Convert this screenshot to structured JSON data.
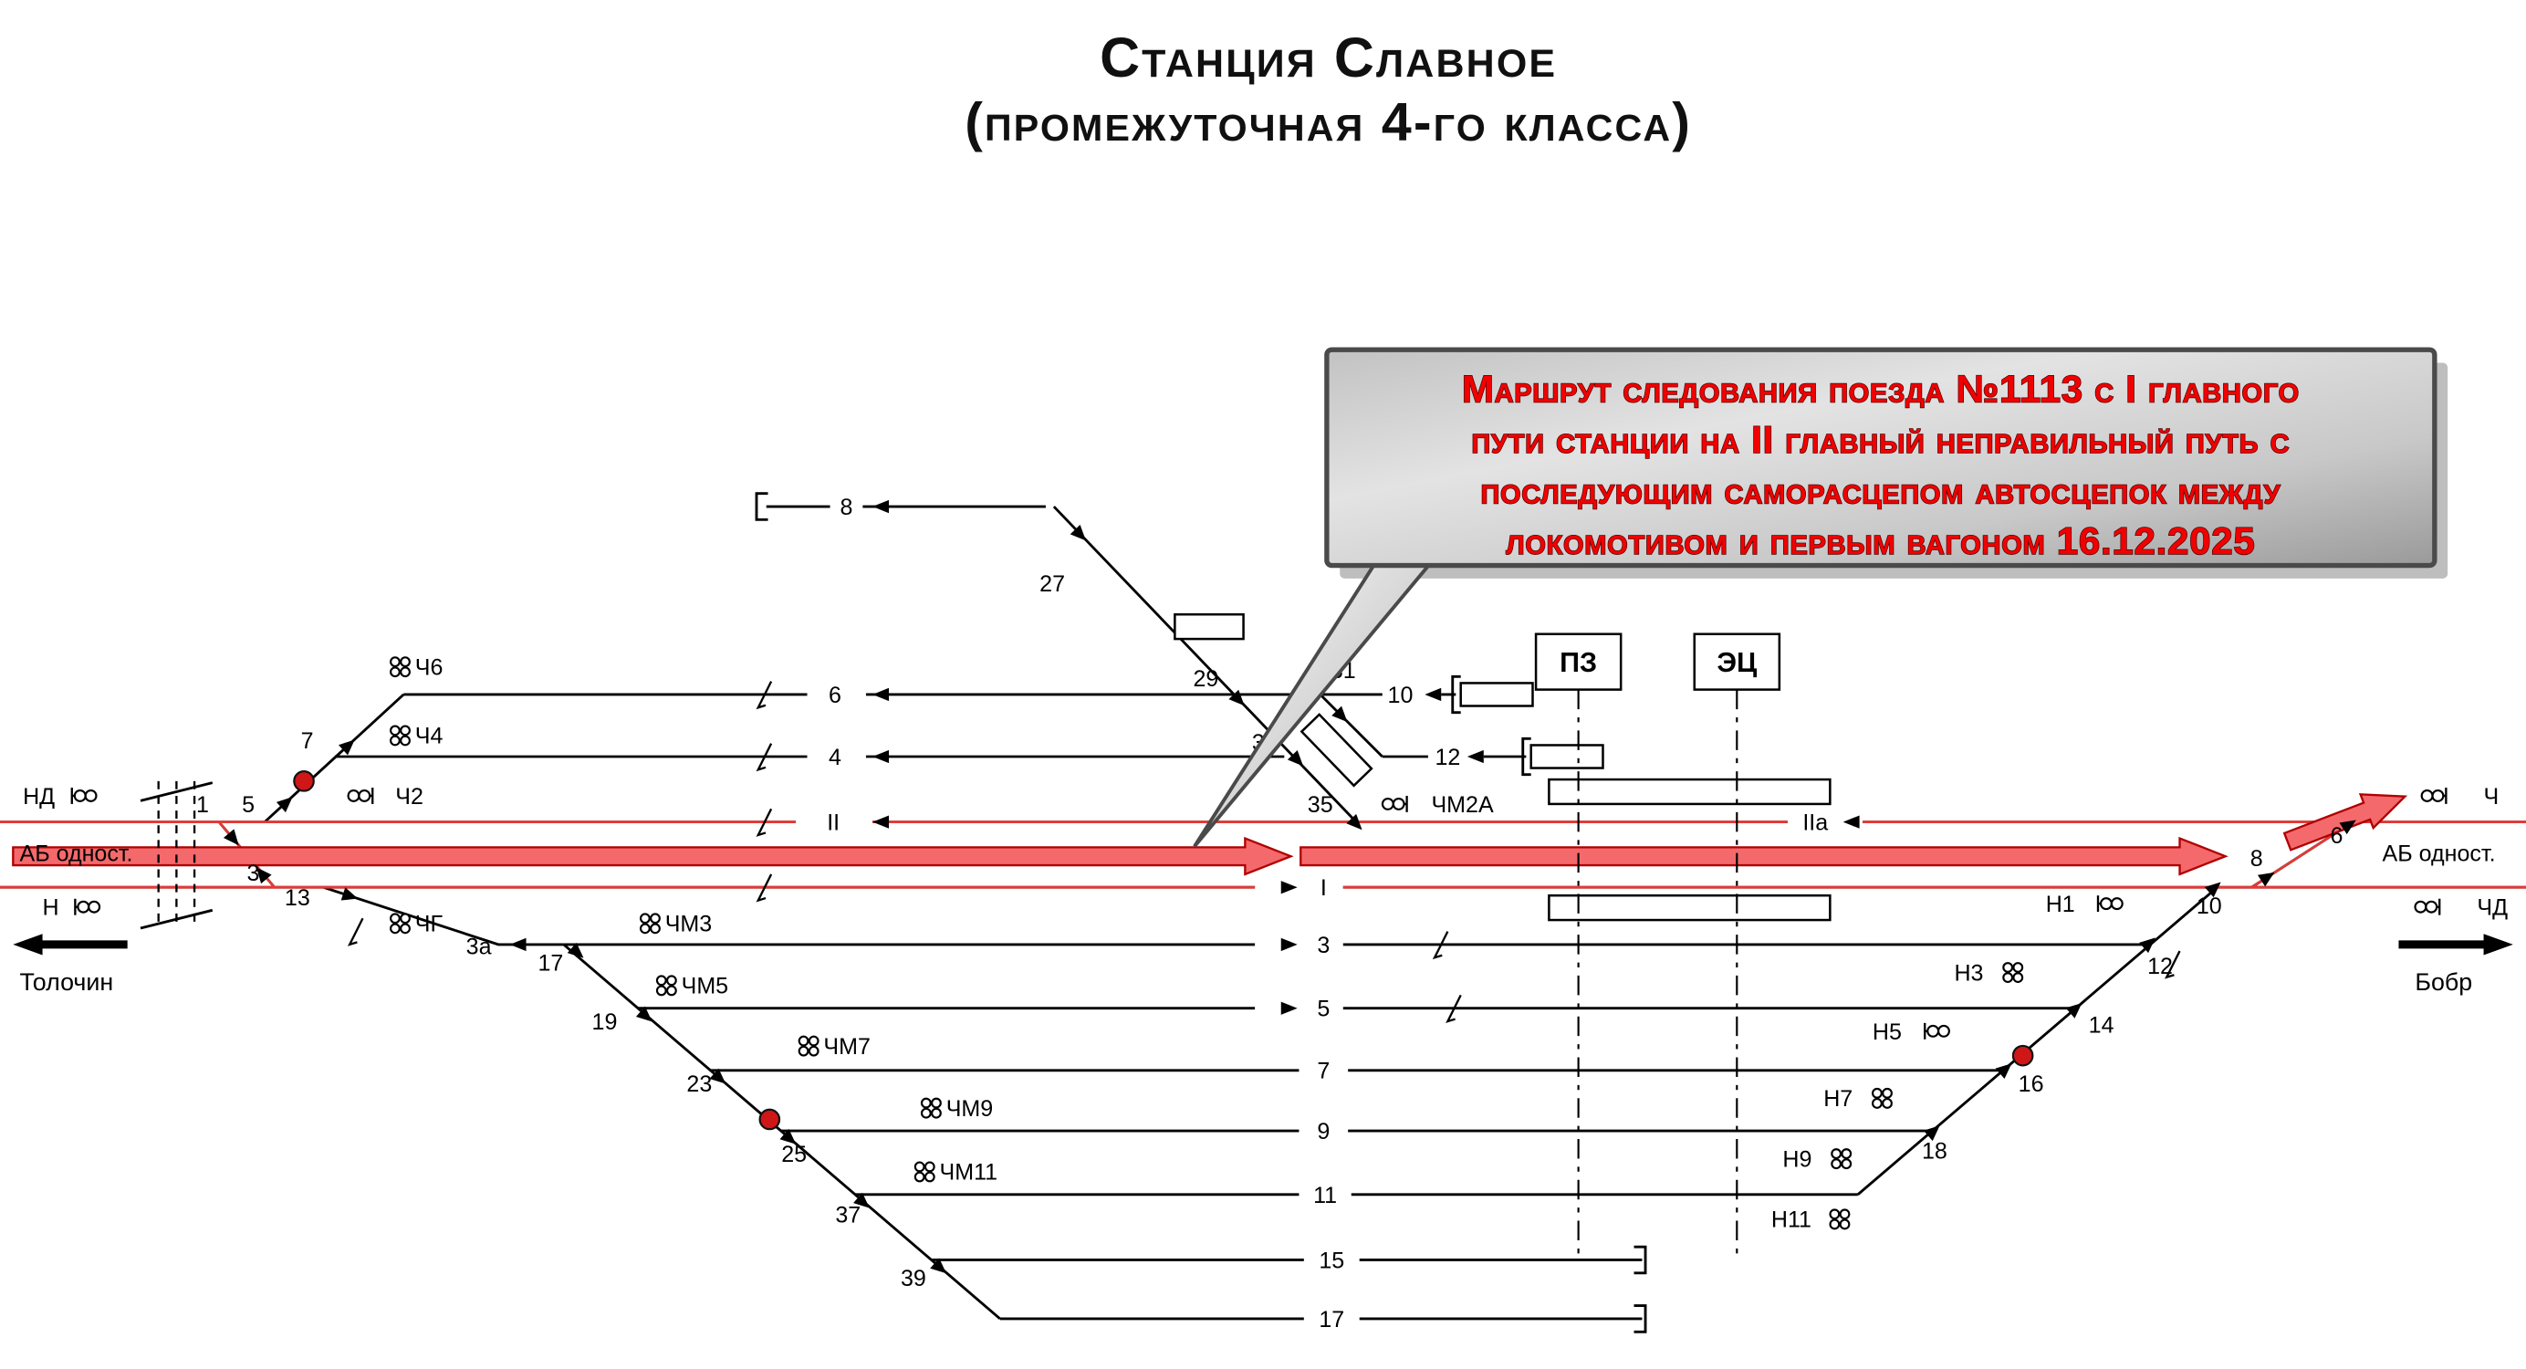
{
  "title": {
    "line1": "Станция Славное",
    "line2": "(промежуточная 4-го класса)"
  },
  "callout": {
    "lines": [
      "Маршрут следования поезда №1113 с I главного",
      "пути станции на II главный неправильный путь с",
      "последующим саморасцепом автосцепок между",
      "локомотивом и первым вагоном 16.12.2025"
    ]
  },
  "left": {
    "nd": "НД",
    "ab": "АБ одност.",
    "n": "Н",
    "station": "Толочин"
  },
  "right": {
    "ch": "Ч",
    "ab": "АБ одност.",
    "chd": "ЧД",
    "station": "Бобр"
  },
  "buildings": {
    "pz": "ПЗ",
    "ec": "ЭЦ"
  },
  "tracks": {
    "t8": "8",
    "t6": "6",
    "t4": "4",
    "tII": "II",
    "tI": "I",
    "t3a": "3а",
    "t3": "3",
    "t5": "5",
    "t7": "7",
    "t9": "9",
    "t11": "11",
    "t15": "15",
    "t17": "17",
    "t10": "10",
    "t12": "12",
    "tIIa": "IIа"
  },
  "switches": {
    "s1": "1",
    "s3": "3",
    "s5": "5",
    "s7": "7",
    "s13": "13",
    "s17": "17",
    "s19": "19",
    "s23": "23",
    "s25": "25",
    "s27": "27",
    "s29": "29",
    "s31": "31",
    "s33": "33",
    "s35": "35",
    "s37": "37",
    "s39": "39",
    "s10": "10",
    "s12": "12",
    "s14": "14",
    "s16": "16",
    "s18": "18",
    "s6": "6",
    "s8": "8"
  },
  "signals": {
    "ch2": "Ч2",
    "ch4": "Ч4",
    "ch6": "Ч6",
    "chg": "ЧГ",
    "chm3": "ЧМ3",
    "chm5": "ЧМ5",
    "chm7": "ЧМ7",
    "chm9": "ЧМ9",
    "chm11": "ЧМ11",
    "chm2a": "ЧМ2А",
    "n1": "Н1",
    "n3": "Н3",
    "n5": "Н5",
    "n7": "Н7",
    "n9": "Н9",
    "n11": "Н11"
  },
  "colors": {
    "route_fill": "#f4696b",
    "route_stroke": "#b00000",
    "track_red": "#e53935",
    "closed_signal": "#cf1717"
  }
}
